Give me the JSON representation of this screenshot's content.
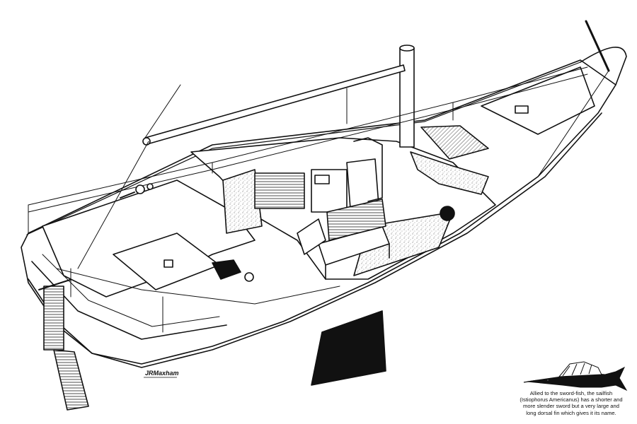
{
  "illustration": {
    "subject": "cutaway sailboat line drawing",
    "signature_text": "JRMaxham"
  },
  "caption": {
    "lines": [
      "Allied to the sword-fish, the sailfish",
      "(Istiophorus Americanus) has a shorter and",
      "more slender sword but a very large and",
      "long dorsal fin which gives it its name."
    ]
  },
  "colors": {
    "ink": "#111111",
    "paper": "#ffffff",
    "speckle": "#8a8a8a"
  }
}
